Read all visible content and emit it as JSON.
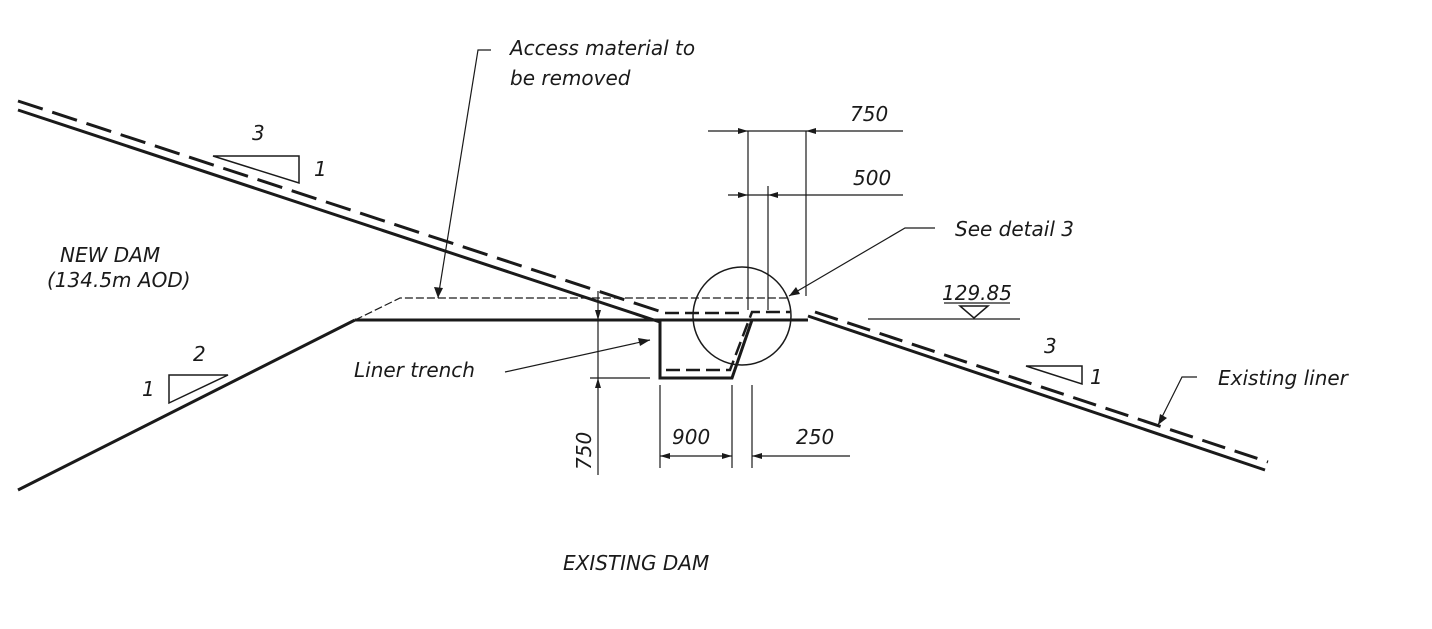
{
  "labels": {
    "access_line1": "Access material to",
    "access_line2": "be removed",
    "new_dam_line1": "NEW DAM",
    "new_dam_line2": "(134.5m AOD)",
    "existing_dam": "EXISTING DAM",
    "liner_trench": "Liner trench",
    "see_detail": "See detail 3",
    "existing_liner": "Existing liner",
    "level": "129.85"
  },
  "slopes": {
    "upper_left": {
      "run": "3",
      "rise": "1"
    },
    "lower_left": {
      "run": "2",
      "rise": "1"
    },
    "right": {
      "run": "3",
      "rise": "1"
    }
  },
  "dimensions": {
    "top_outer": "750",
    "top_inner": "500",
    "trench_depth": "750",
    "trench_width": "900",
    "offset": "250"
  }
}
